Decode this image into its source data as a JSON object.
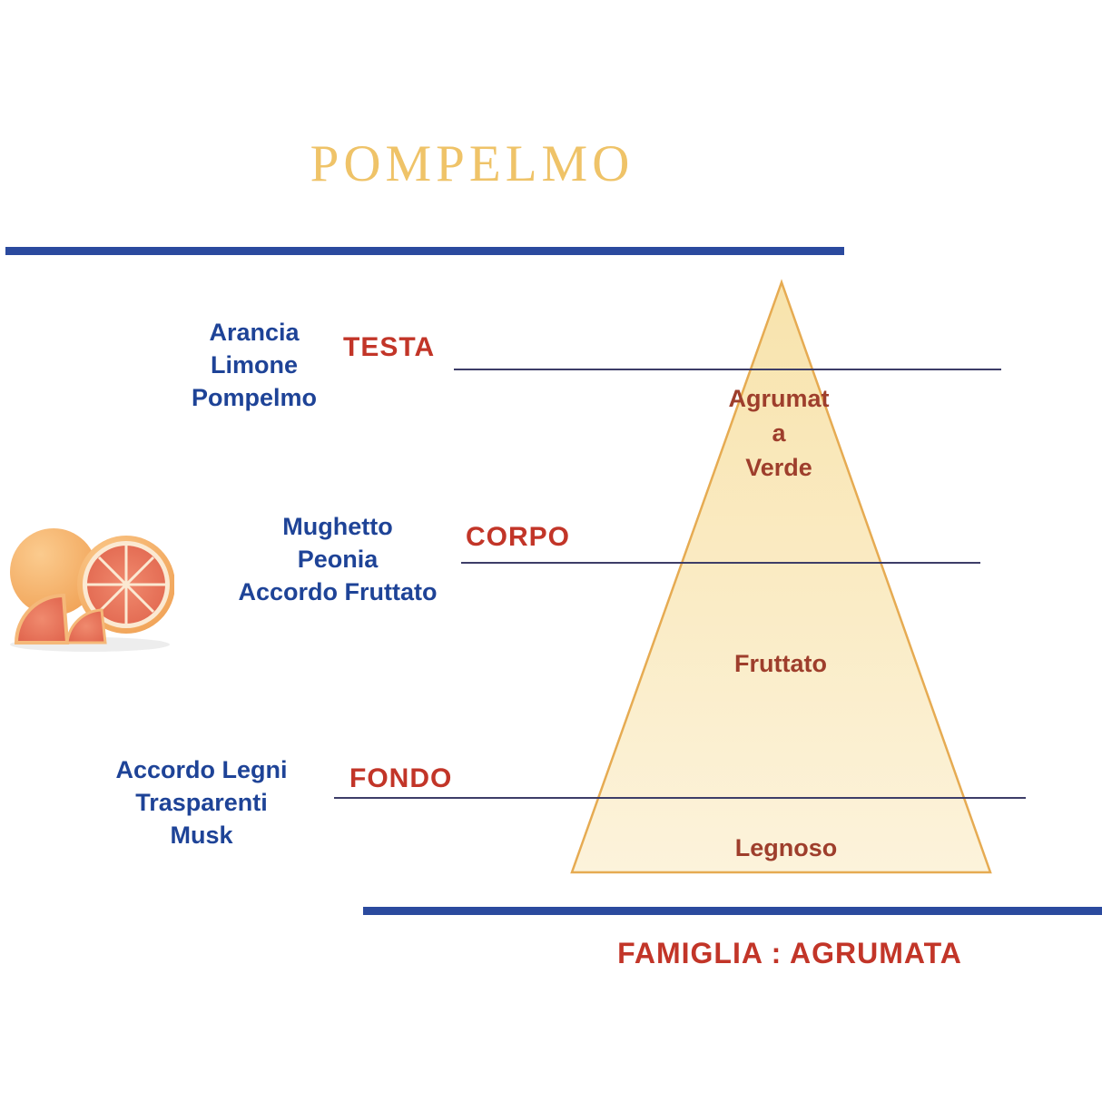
{
  "title": "POMPELMO",
  "family": "FAMIGLIA : AGRUMATA",
  "levels": {
    "testa": {
      "label": "TESTA",
      "notes": [
        "Arancia",
        "Limone",
        "Pompelmo"
      ]
    },
    "corpo": {
      "label": "CORPO",
      "notes": [
        "Mughetto",
        "Peonia",
        "Accordo Fruttato"
      ]
    },
    "fondo": {
      "label": "FONDO",
      "notes": [
        "Accordo Legni",
        "Trasparenti",
        "Musk"
      ]
    }
  },
  "pyramid": {
    "top_lines": [
      "Agrumat",
      "a",
      "Verde"
    ],
    "middle": "Fruttato",
    "bottom": "Legnoso"
  },
  "image": {
    "name": "grapefruit-photo"
  },
  "colors": {
    "title_gold": "#EFC368",
    "notes_blue": "#1E4397",
    "label_red": "#C23528",
    "pyramid_text_brown": "#9E3E2C",
    "pyramid_fill_top": "#F8E3AC",
    "pyramid_fill_bottom": "#FCF3DB",
    "pyramid_border": "#E6AB52",
    "divider_blue": "#2B4A9E",
    "rule_navy": "#3D3D68"
  }
}
